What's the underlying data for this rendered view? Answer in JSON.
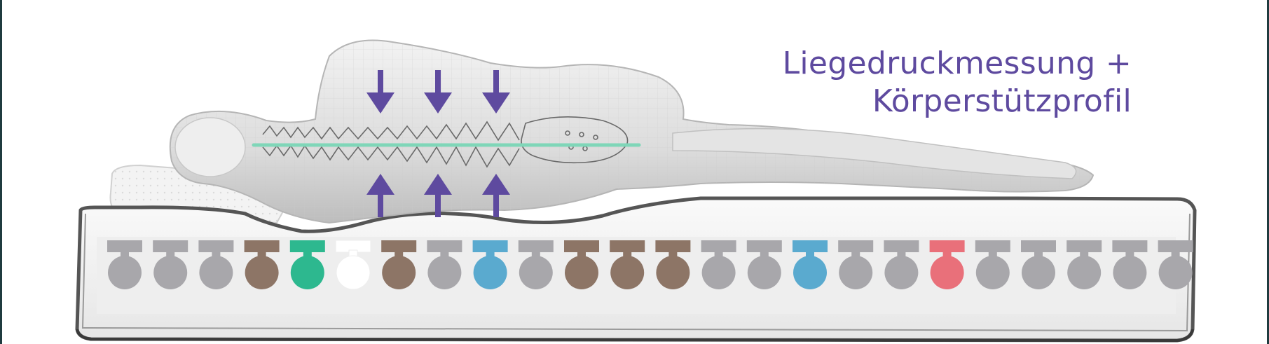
{
  "caption": {
    "line1": "Liegedruckmessung +",
    "line2": "Körperstützprofil"
  },
  "colors": {
    "frame": "#1f3b3f",
    "caption": "#5e4a9f",
    "arrow": "#5e4a9f",
    "spine_line": "#7fd6b8",
    "spring_gray": "#a8a7ab",
    "spring_brown": "#8d7566",
    "spring_green": "#2db88f",
    "spring_white": "#ffffff",
    "spring_blue": "#5aaacf",
    "spring_red": "#e9707a"
  },
  "springs": [
    "gray",
    "gray",
    "gray",
    "brown",
    "green",
    "white",
    "brown",
    "gray",
    "blue",
    "gray",
    "brown",
    "brown",
    "brown",
    "gray",
    "gray",
    "blue",
    "gray",
    "gray",
    "red",
    "gray",
    "gray",
    "gray",
    "gray",
    "gray"
  ],
  "arrows": {
    "down": 3,
    "up": 3
  }
}
